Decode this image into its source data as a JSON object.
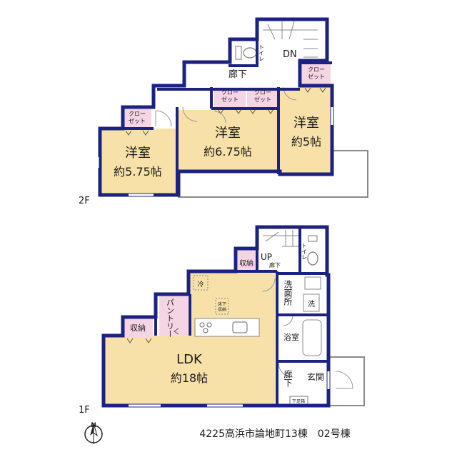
{
  "floor2": {
    "label": "2F",
    "hallway": "廊下",
    "stairs": "DN",
    "toilet": "トイレ",
    "closet": "クロー\nゼット",
    "rooms": [
      {
        "name": "洋室",
        "size": "約5.75帖"
      },
      {
        "name": "洋室",
        "size": "約6.75帖"
      },
      {
        "name": "洋室",
        "size": "約5帖"
      }
    ]
  },
  "floor1": {
    "label": "1F",
    "ldk": {
      "name": "LDK",
      "size": "約18帖"
    },
    "storage": "収納",
    "storage2": "収納",
    "pantry": "パントリー",
    "fridge": "冷",
    "underfloor": "床下\n収納",
    "stairs": "UP",
    "stair_hall": "廊下",
    "toilet": "トイレ",
    "washroom": "洗面所",
    "washer": "洗",
    "bathroom": "浴室",
    "hall": "廊下",
    "entrance": "玄関",
    "shoe_box": "下足箱"
  },
  "footer": {
    "title": "4225高浜市論地町13棟　02号棟",
    "compass": "N"
  },
  "colors": {
    "wall": "#1c2280",
    "room": "#f7e1a8",
    "closet": "#f5d4e3",
    "wet": "#ffffff"
  }
}
